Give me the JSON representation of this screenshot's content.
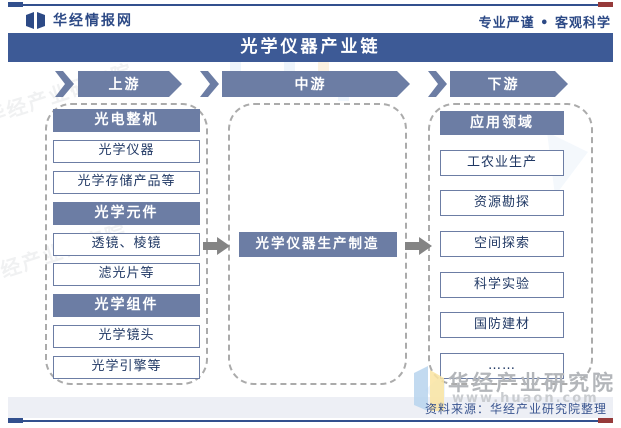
{
  "header": {
    "brand": "华经情报网",
    "slogan": "专业严谨 • 客观科学",
    "logo_icon": "open-book-logo-icon"
  },
  "title": "光学仪器产业链",
  "columns": [
    {
      "stage": "上游",
      "groups": [
        {
          "header": "光电整机",
          "items": [
            "光学仪器",
            "光学存储产品等"
          ]
        },
        {
          "header": "光学元件",
          "items": [
            "透镜、棱镜",
            "滤光片等"
          ]
        },
        {
          "header": "光学组件",
          "items": [
            "光学镜头",
            "光学引擎等"
          ]
        }
      ]
    },
    {
      "stage": "中游",
      "process": "光学仪器生产制造"
    },
    {
      "stage": "下游",
      "header": "应用领域",
      "items": [
        "工农业生产",
        "资源勘探",
        "空间探索",
        "科学实验",
        "国防建材",
        "……"
      ]
    }
  ],
  "watermark": {
    "name": "华经产业研究院",
    "url": "www.huaon.com",
    "faint_text": "华经产业研究院"
  },
  "footer": {
    "source": "资料来源：华经产业研究院整理"
  },
  "colors": {
    "navy": "#3d5a96",
    "rule_navy": "#32508e",
    "slate": "#6c7da4",
    "accent_maroon": "#963a3a",
    "arrow_gray": "#848484",
    "text_navy": "#203864",
    "watermark_blue": "#b8d4ee",
    "watermark_yellow": "#fbe5a2",
    "footer_band": "#edeff5"
  }
}
